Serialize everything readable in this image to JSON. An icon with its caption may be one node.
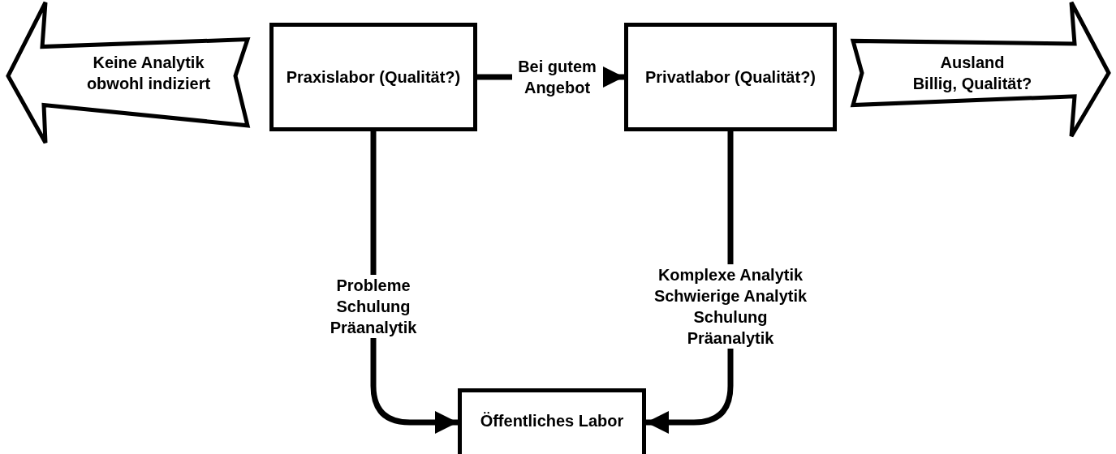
{
  "diagram": {
    "nodes": [
      {
        "text": [
          "Keine Analytik obwohl indiziert"
        ]
      },
      {
        "text": [
          "Praxislabor (Qualität?)"
        ]
      },
      {
        "text": [
          "Privatlabor (Qualität?)"
        ]
      },
      {
        "text": [
          "Ausland",
          "Billig, Qualität?"
        ]
      },
      {
        "text": [
          "Öffentliches Labor"
        ]
      }
    ],
    "edges": [
      {
        "from": 1,
        "to": 2,
        "arrow": "to",
        "label": "Bei gutem Angebot"
      },
      {
        "from": 1,
        "to": 4,
        "arrow": "to",
        "label": "Probleme Schulung Präanalytik"
      },
      {
        "from": 2,
        "to": 4,
        "arrow": "to",
        "label": "Komplexe Analytik Schwierige Analytik Schulung Präanalytik"
      }
    ]
  }
}
